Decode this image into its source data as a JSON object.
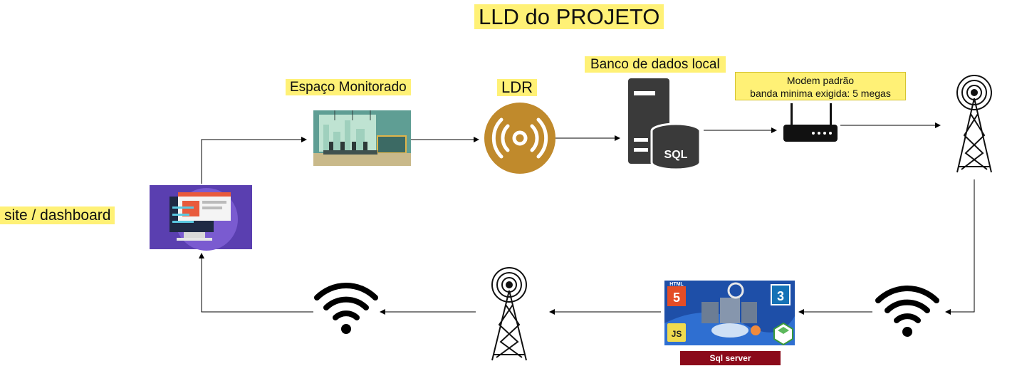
{
  "diagram": {
    "title": "LLD do PROJETO",
    "nodes": {
      "site": {
        "label": "site / dashboard",
        "icon": "web-dashboard-illustration"
      },
      "space": {
        "label": "Espaço Monitorado",
        "icon": "meeting-room-illustration"
      },
      "ldr": {
        "label": "LDR",
        "icon": "ldr-sensor-icon"
      },
      "database": {
        "label": "Banco de dados local",
        "icon": "sql-server-icon"
      },
      "modem": {
        "label_line1": "Modem padrão",
        "label_line2": "banda minima exigida: 5 megas",
        "icon": "router-icon"
      },
      "tower_top": {
        "icon": "radio-tower-icon"
      },
      "wifi_right": {
        "icon": "wifi-icon"
      },
      "stack": {
        "label": "Sql server",
        "icon": "web-stack-illustration",
        "badges": [
          "HTML",
          "5",
          "3",
          "JS"
        ]
      },
      "tower_bottom": {
        "icon": "radio-tower-icon"
      },
      "wifi_left": {
        "icon": "wifi-icon"
      }
    },
    "edges": [
      [
        "site",
        "space"
      ],
      [
        "space",
        "ldr"
      ],
      [
        "ldr",
        "database"
      ],
      [
        "database",
        "modem"
      ],
      [
        "modem",
        "tower_top"
      ],
      [
        "tower_top",
        "wifi_right"
      ],
      [
        "wifi_right",
        "stack"
      ],
      [
        "stack",
        "tower_bottom"
      ],
      [
        "tower_bottom",
        "wifi_left"
      ],
      [
        "wifi_left",
        "site"
      ]
    ],
    "colors": {
      "highlight": "#fff176",
      "ldr": "#c08a2c",
      "db_icon": "#3a3a3a",
      "sql_label_bg": "#8b0a1a"
    }
  }
}
